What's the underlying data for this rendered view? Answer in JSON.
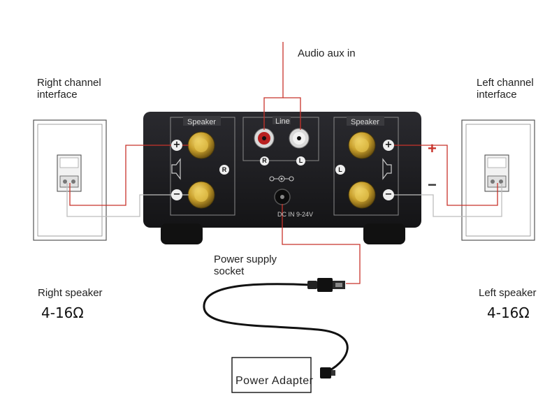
{
  "labels": {
    "audio_aux_in": "Audio aux in",
    "right_channel_interface": "Right channel interface",
    "left_channel_interface": "Left channel interface",
    "power_supply_socket": "Power supply socket",
    "right_speaker": "Right speaker",
    "left_speaker": "Left speaker",
    "right_impedance": "4-16Ω",
    "left_impedance": "4-16Ω",
    "power_adapter": "Power Adapter"
  },
  "amplifier": {
    "speaker_label_left": "Speaker",
    "speaker_label_right": "Speaker",
    "line_label": "Line",
    "r_marker": "R",
    "l_marker": "L",
    "line_r": "R",
    "line_l": "L",
    "dc_in": "DC IN 9-24V",
    "plus": "+",
    "minus": "−"
  },
  "polarity": {
    "plus": "+",
    "minus": "−"
  },
  "colors": {
    "wire": "#c8332b",
    "body": "#1e1e22",
    "gold": "#c9a02c",
    "panel_line": "#8a8a8a"
  }
}
